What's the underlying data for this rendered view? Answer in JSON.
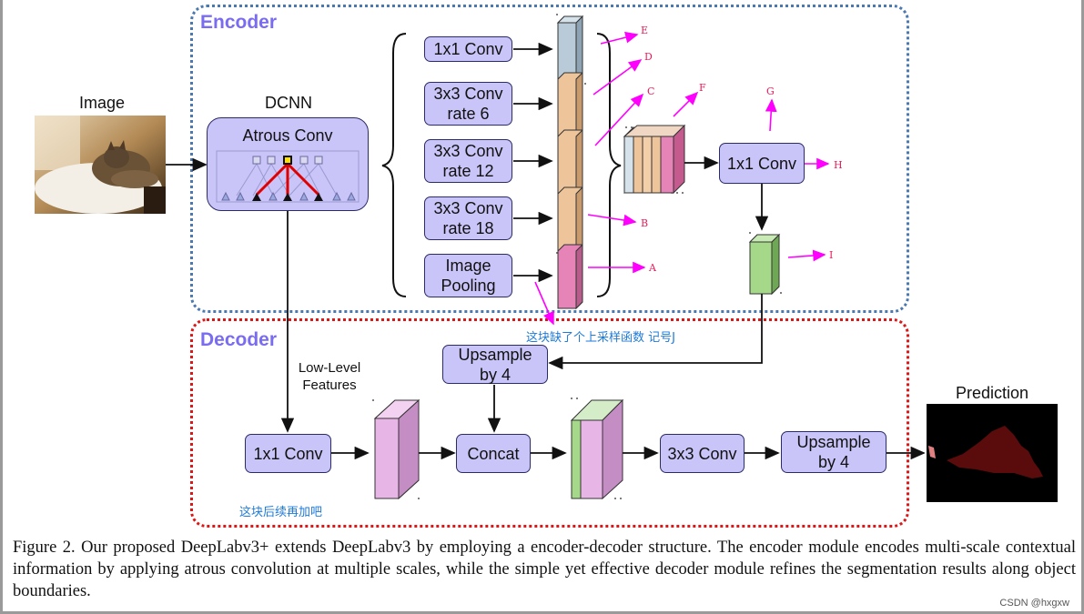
{
  "encoder": {
    "title": "Encoder",
    "image_label": "Image",
    "dcnn_label": "DCNN",
    "atrous_conv_label": "Atrous Conv",
    "branches": [
      {
        "line1": "1x1 Conv",
        "line2": ""
      },
      {
        "line1": "3x3 Conv",
        "line2": "rate 6"
      },
      {
        "line1": "3x3 Conv",
        "line2": "rate 12"
      },
      {
        "line1": "3x3 Conv",
        "line2": "rate 18"
      },
      {
        "line1": "Image",
        "line2": "Pooling"
      }
    ],
    "conv1x1_label": "1x1 Conv",
    "annotations": {
      "E": "E",
      "D": "D",
      "C": "C",
      "F": "F",
      "G": "G",
      "H": "H",
      "B": "B",
      "A": "A",
      "I": "I"
    }
  },
  "decoder": {
    "title": "Decoder",
    "low_level_line1": "Low-Level",
    "low_level_line2": "Features",
    "upsample_line1": "Upsample",
    "upsample_line2": "by 4",
    "conv1x1_label": "1x1 Conv",
    "concat_label": "Concat",
    "conv3x3_label": "3x3 Conv",
    "upsample2_line1": "Upsample",
    "upsample2_line2": "by 4",
    "prediction_label": "Prediction",
    "note_missing_upsample": "这块缺了个上采样函数 记号J",
    "note_later": "这块后续再加吧"
  },
  "caption": "Figure 2. Our proposed DeepLabv3+ extends DeepLabv3 by employing a encoder-decoder structure. The encoder module encodes multi-scale contextual information by applying atrous convolution at multiple scales, while the simple yet effective decoder module refines the segmentation results along object boundaries.",
  "watermark": "CSDN @hxgxw",
  "colors": {
    "box_fill": "#c9c5f9",
    "encoder_border": "#4a78b0",
    "decoder_border": "#e01515",
    "annotation_arrow": "#ff00ff"
  }
}
